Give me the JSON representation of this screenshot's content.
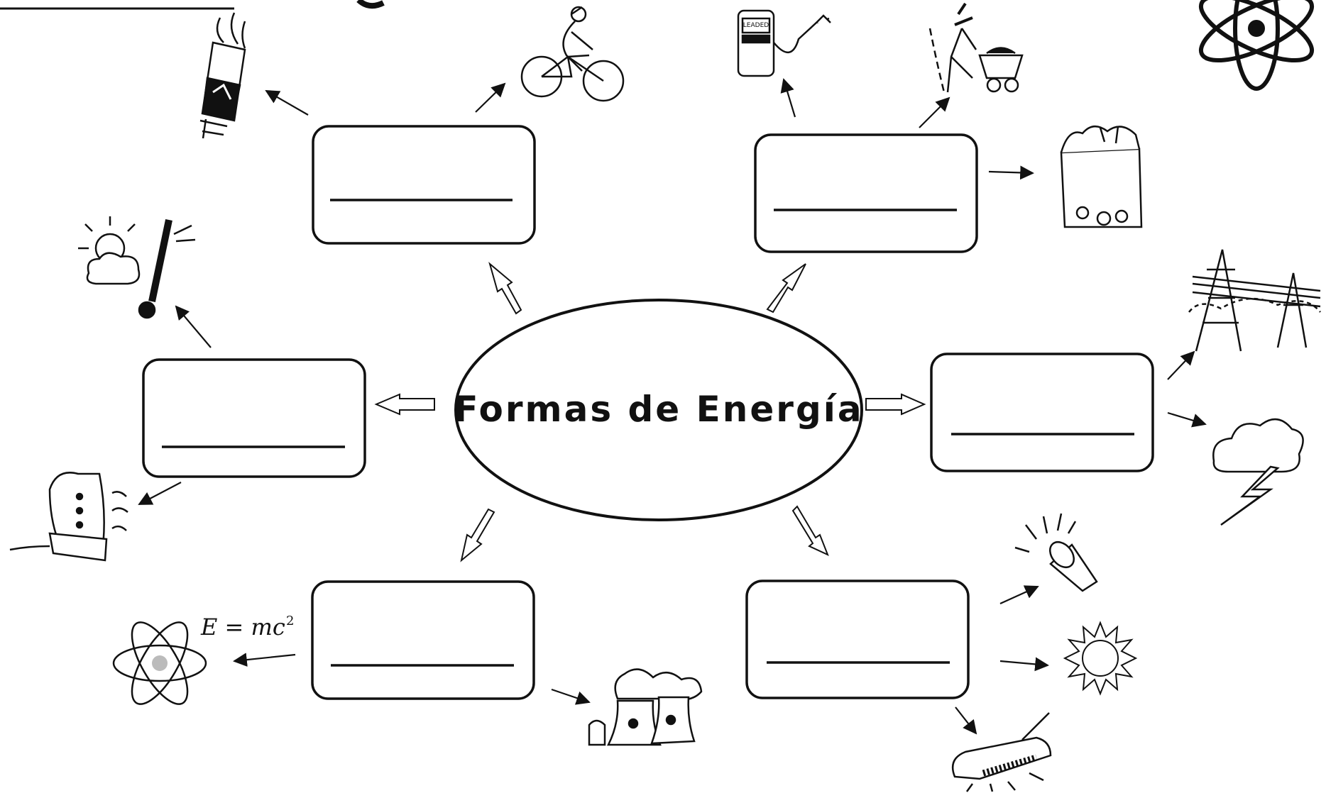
{
  "diagram": {
    "center": {
      "title": "Formas de Energía"
    },
    "equation": {
      "base": "E = mc",
      "exponent": "2"
    },
    "gas_pump_label": "LEADED",
    "answer_boxes": [
      {
        "position": "top-left",
        "answer": ""
      },
      {
        "position": "top-right",
        "answer": ""
      },
      {
        "position": "left",
        "answer": ""
      },
      {
        "position": "right",
        "answer": ""
      },
      {
        "position": "bottom-left",
        "answer": ""
      },
      {
        "position": "bottom-right",
        "answer": ""
      }
    ],
    "illustrations": [
      "rocket-icon",
      "cyclist-icon",
      "gas-pump-icon",
      "miner-icon",
      "atom-icon",
      "groceries-icon",
      "weather-thermometer-icon",
      "power-lines-icon",
      "storm-icon",
      "clothes-iron-icon",
      "flashlight-icon",
      "sun-icon",
      "radio-icon",
      "nuclear-plant-icon"
    ]
  }
}
